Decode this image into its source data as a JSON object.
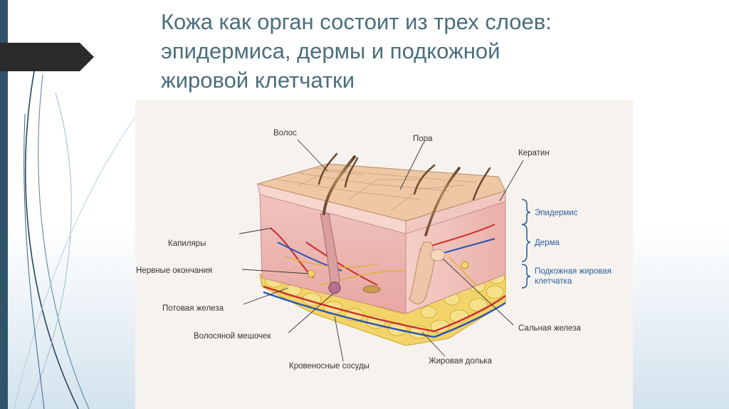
{
  "slide": {
    "title_lines": [
      "Кожа как орган состоит из трех слоев:",
      "эпидермиса, дермы и подкожной",
      "жировой клетчатки"
    ]
  },
  "colors": {
    "title": "#4a6e7c",
    "sidebar": "#2f5368",
    "tab_marker": "#2b2b2b",
    "layer_label": "#2a5fa0"
  },
  "figure": {
    "labels": {
      "hair": "Волос",
      "pore": "Пора",
      "keratin": "Кератин",
      "capillaries": "Капиляры",
      "nerve_endings": "Нервные окончания",
      "sweat_gland": "Потовая железа",
      "hair_follicle": "Волосяной мешочек",
      "blood_vessels": "Кровеносные сосуды",
      "fat_lobule": "Жировая долька",
      "sebaceous_gland": "Сальная железа"
    },
    "layers": {
      "epidermis": "Эпидермис",
      "dermis": "Дерма",
      "subcutaneous_line1": "Подкожная жировая",
      "subcutaneous_line2": "клетчатка"
    }
  }
}
